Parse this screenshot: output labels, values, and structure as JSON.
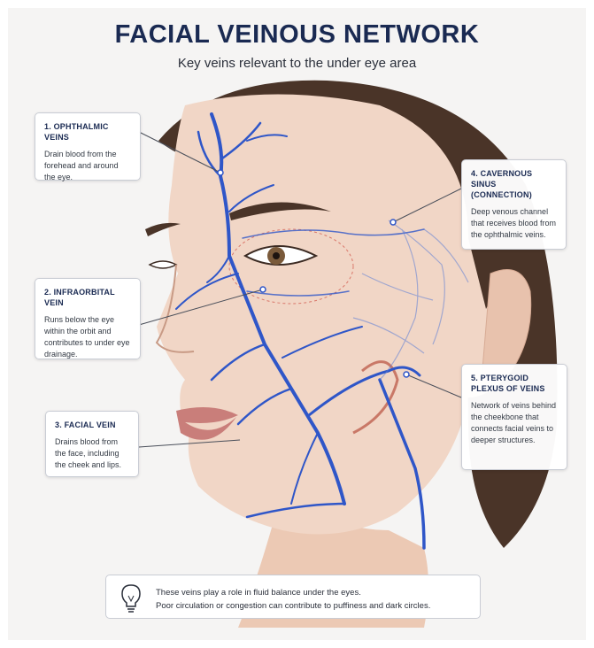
{
  "title": "FACIAL VEINOUS NETWORK",
  "subtitle": "Key veins relevant to the under eye area",
  "callouts": [
    {
      "heading": "1. OPHTHALMIC VEINS",
      "text": "Drain blood from the forehead and around the eye."
    },
    {
      "heading": "2. INFRAORBITAL VEIN",
      "text": "Runs below the eye within the orbit and contributes to under eye drainage."
    },
    {
      "heading": "3. FACIAL VEIN",
      "text": "Drains blood from the face, including the cheek and lips."
    },
    {
      "heading": "4. CAVERNOUS SINUS (CONNECTION)",
      "text": "Deep venous channel that receives blood from the ophthalmic veins."
    },
    {
      "heading": "5. PTERYGOID PLEXUS OF VEINS",
      "text": "Network of veins behind the cheekbone that connects facial veins to deeper structures."
    }
  ],
  "note": {
    "line1": "These veins play a role in fluid balance under the eyes.",
    "line2": "Poor circulation or congestion can contribute to puffiness and dark circles.",
    "icon": "lightbulb-icon"
  },
  "colors": {
    "title": "#1a2a52",
    "vein": "#2f56c8",
    "skin": "#f1d6c6",
    "hair": "#4a3428"
  }
}
